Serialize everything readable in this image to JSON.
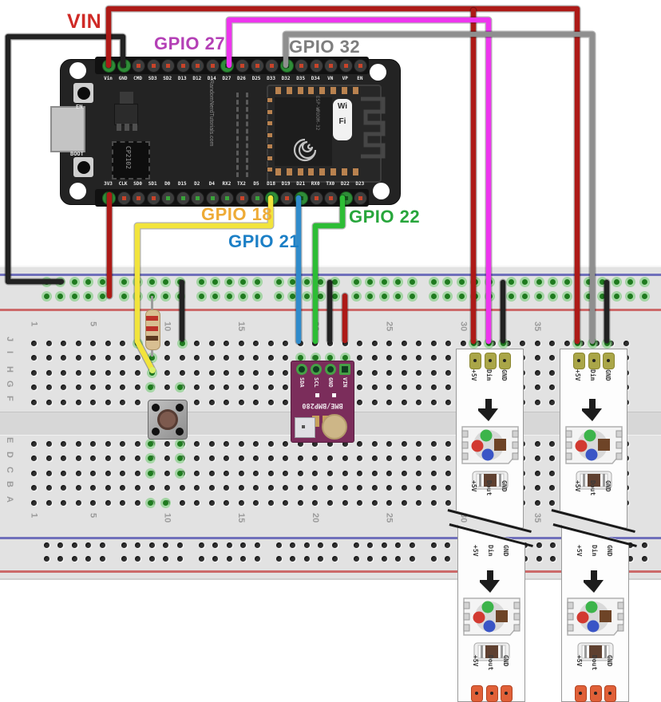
{
  "labels": {
    "vin": {
      "text": "VIN",
      "color": "#cf2a26"
    },
    "gpio27": {
      "text": "GPIO 27",
      "color": "#b440b6"
    },
    "gpio32": {
      "text": "GPIO 32",
      "color": "#7e7e7e"
    },
    "gpio18": {
      "text": "GPIO 18",
      "color": "#eeab36"
    },
    "gpio21": {
      "text": "GPIO 21",
      "color": "#1b7fc6"
    },
    "gpio22": {
      "text": "GPIO 22",
      "color": "#28a63c"
    }
  },
  "esp32": {
    "top_pins": [
      "Vin",
      "GND",
      "CMD",
      "SD3",
      "SD2",
      "D13",
      "D12",
      "D14",
      "D27",
      "D26",
      "D25",
      "D33",
      "D32",
      "D35",
      "D34",
      "VN",
      "VP",
      "EN"
    ],
    "bottom_pins": [
      "3V3",
      "CLK",
      "SD0",
      "SD1",
      "D0",
      "D15",
      "D2",
      "D4",
      "RX2",
      "TX2",
      "D5",
      "D18",
      "D19",
      "D21",
      "RX0",
      "TX0",
      "D22",
      "D23"
    ],
    "en_button": "EN",
    "boot_button": "BOOT",
    "usb_chip": "CP2102",
    "silk_text": "RandomNerdTutorials.com",
    "module_text": "ESP-WROOM-32",
    "wifi_badge_line1": "Wi",
    "wifi_badge_line2": "Fi"
  },
  "sensor": {
    "title": "BME/BMP280",
    "pins": [
      "SDA",
      "SCL",
      "GND",
      "VIN"
    ]
  },
  "led_strip": {
    "top_labels": [
      "+5V",
      "Din",
      "GND"
    ],
    "bottom_labels": [
      "+5V",
      "Dout",
      "GND"
    ]
  },
  "breadboard": {
    "row_letters": [
      "J",
      "I",
      "H",
      "G",
      "F",
      "E",
      "D",
      "C",
      "B",
      "A"
    ],
    "column_numbers": [
      "1",
      "5",
      "10",
      "15",
      "20",
      "25",
      "30",
      "35"
    ]
  },
  "wire_colors": {
    "red": "#ad1a17",
    "black": "#222222",
    "magenta": "#ee35ee",
    "gray": "#8f8f8f",
    "yellow": "#f2e43c",
    "blue": "#2f8bcb",
    "green": "#2dbd35"
  }
}
